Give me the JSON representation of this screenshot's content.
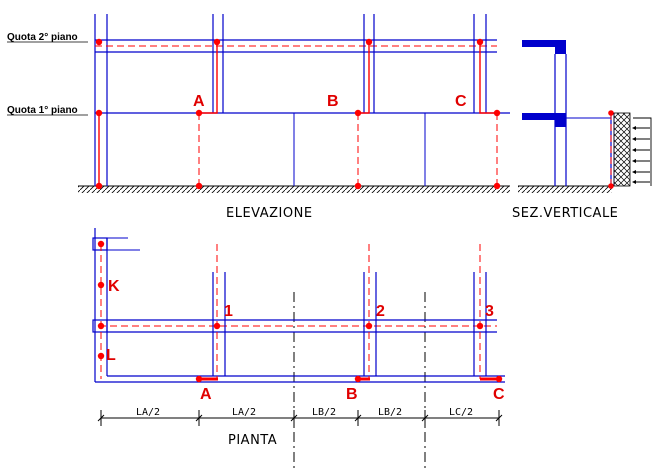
{
  "levels": {
    "second": "Quota 2° piano",
    "first": "Quota 1° piano"
  },
  "titles": {
    "elevation": "ELEVAZIONE",
    "section": "SEZ.VERTICALE",
    "plan": "PIANTA"
  },
  "points": {
    "elev_a": "A",
    "elev_b": "B",
    "elev_c": "C",
    "plan_a": "A",
    "plan_b": "B",
    "plan_c": "C",
    "n1": "1",
    "n2": "2",
    "n3": "3",
    "k": "K",
    "l": "L"
  },
  "dimensions": [
    "LA/2",
    "LA/2",
    "LB/2",
    "LB/2",
    "LC/2"
  ],
  "colors": {
    "structure": "#0000cc",
    "accent": "#ff0000",
    "text": "#000000"
  }
}
